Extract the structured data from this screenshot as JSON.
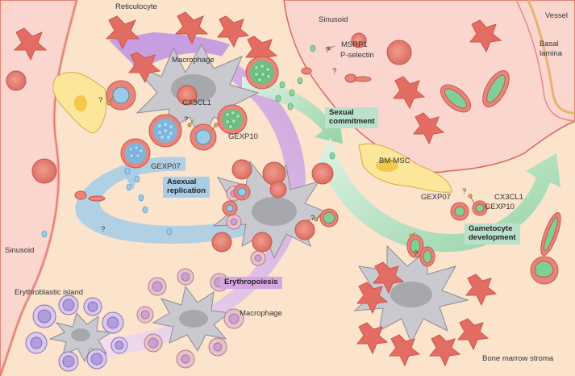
{
  "labels": {
    "reticulocyte": "Reticulocyte",
    "macrophage_top": "Macrophage",
    "sinusoid_top": "Sinusoid",
    "vessel": "Vessel",
    "msrp1": "MSRP1",
    "p_selectin": "P-selectin",
    "basal": "Basal",
    "lamina": "lamina",
    "cx3cl1_left": "CX3CL1",
    "gexp10_left": "GEXP10",
    "gexp07_left": "GEXP07",
    "bm_msc": "BM-MSC",
    "gexp07_right": "GEXP07",
    "cx3cl1_right": "CX3CL1",
    "gexp10_right": "GEXP10",
    "sinusoid_left": "Sinusoid",
    "erythroblastic_island": "Erythroblastic island",
    "macrophage_bottom": "Macrophage",
    "bone_marrow_stroma": "Bone marrow stroma",
    "q": "?"
  },
  "processes": {
    "asexual_line1": "Asexual",
    "asexual_line2": "replication",
    "erythropoiesis": "Erythropoiesis",
    "sexual_line1": "Sexual",
    "sexual_line2": "commitment",
    "gametocyte_line1": "Gametocyte",
    "gametocyte_line2": "development"
  },
  "colors": {
    "stroma": "#fbe3cc",
    "sinusoid": "#fbd6cf",
    "sinusoid_wall": "#d9695e",
    "rbc": "#e8857a",
    "parasite_blue": "#9ccbe8",
    "parasite_green": "#7fcf96",
    "macrophage": "#c9c9cf",
    "asexual_arrow": "#a9cde6",
    "erythropoiesis_arrow": "#c79ee0",
    "gametocyte_arrow": "#8fd2a3"
  }
}
